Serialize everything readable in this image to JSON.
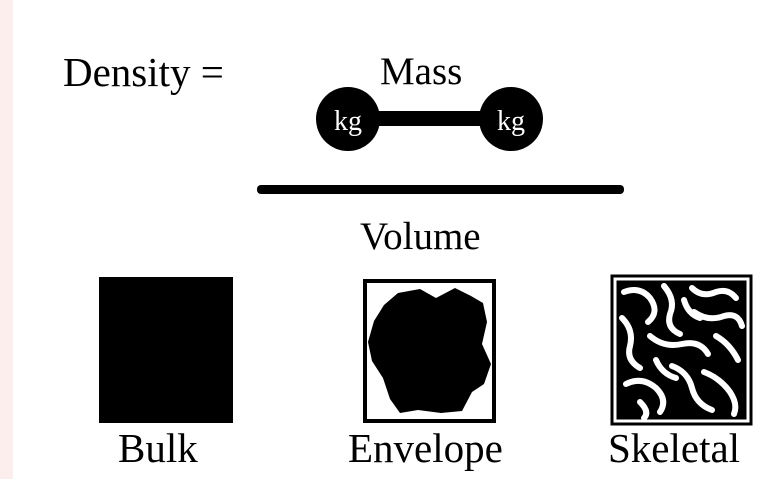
{
  "equation": {
    "lhs": "Density =",
    "numerator": "Mass",
    "denominator": "Volume",
    "weight_left_unit": "kg",
    "weight_right_unit": "kg"
  },
  "volume_types": [
    {
      "label": "Bulk",
      "icon": "solid-square-icon"
    },
    {
      "label": "Envelope",
      "icon": "particle-envelope-icon"
    },
    {
      "label": "Skeletal",
      "icon": "porous-skeleton-icon"
    }
  ]
}
